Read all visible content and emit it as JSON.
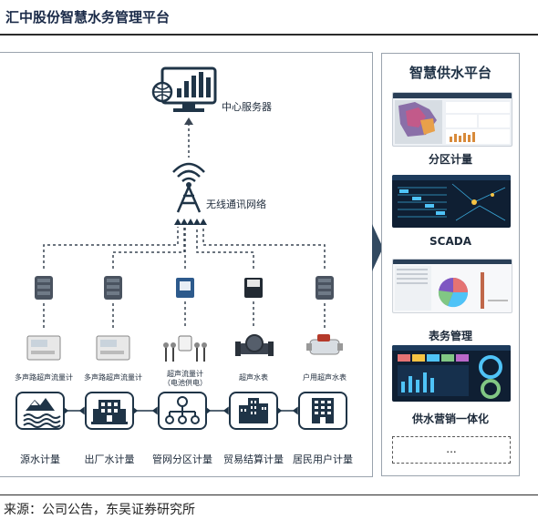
{
  "header": {
    "title": "汇中股份智慧水务管理平台"
  },
  "footer": {
    "source": "来源：公司公告，东吴证券研究所"
  },
  "diagram": {
    "server_label": "中心服务器",
    "network_label": "无线通讯网络",
    "meters": [
      {
        "label": "多声路超声流量计"
      },
      {
        "label": "多声路超声流量计"
      },
      {
        "label": "超声流量计",
        "sublabel": "（电池供电）"
      },
      {
        "label": "超声水表"
      },
      {
        "label": "户用超声水表"
      }
    ],
    "stages": [
      {
        "label": "源水计量",
        "icon": "water-source-icon"
      },
      {
        "label": "出厂水计量",
        "icon": "factory-icon"
      },
      {
        "label": "管网分区计量",
        "icon": "network-hierarchy-icon"
      },
      {
        "label": "贸易结算计量",
        "icon": "city-buildings-icon"
      },
      {
        "label": "居民用户计量",
        "icon": "apartment-building-icon"
      }
    ]
  },
  "platform": {
    "title": "智慧供水平台",
    "modules": [
      {
        "label": "分区计量"
      },
      {
        "label": "SCADA"
      },
      {
        "label": "表务管理"
      },
      {
        "label": "供水营销一体化"
      }
    ],
    "more": "..."
  },
  "colors": {
    "accent": "#1f3447",
    "dash": "#3a4654",
    "dark_screen": "#0f1f33"
  }
}
